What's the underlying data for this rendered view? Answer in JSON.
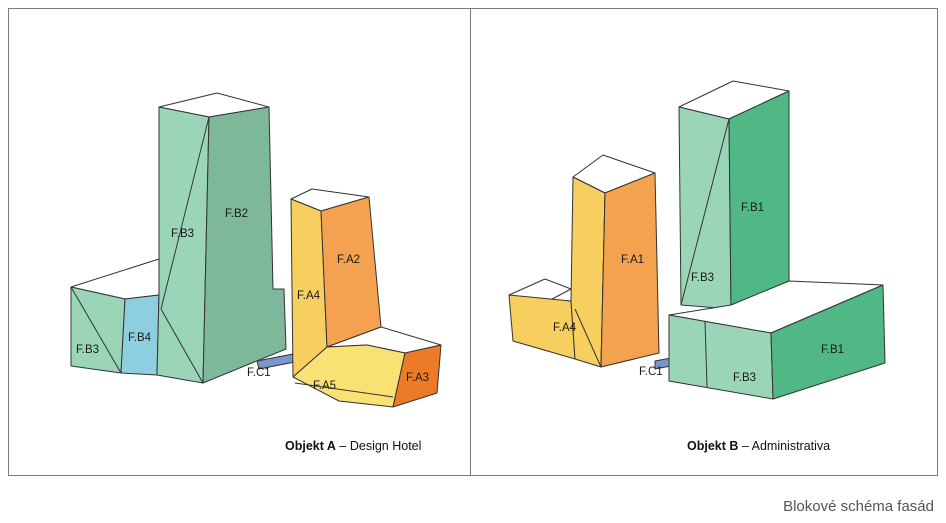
{
  "colors": {
    "green_light": "#9bd5b8",
    "green_mid": "#7db89a",
    "green_dark": "#4fb884",
    "blue": "#8ecfdf",
    "yellow": "#f7cf5e",
    "yellow_pale": "#f9e173",
    "orange": "#f4a24f",
    "orange_dark": "#ec7b28",
    "connector": "#7b96c8",
    "top": "#ffffff",
    "outline": "#333333"
  },
  "objekt_a": {
    "caption_bold": "Objekt A",
    "caption_rest": " – Design Hotel",
    "labels": {
      "fb2": "F.B2",
      "fb3_tower": "F.B3",
      "fb3_wing": "F.B3",
      "fb4": "F.B4",
      "fc1": "F.C1",
      "fa2": "F.A2",
      "fa4": "F.A4",
      "fa5": "F.A5",
      "fa3": "F.A3"
    }
  },
  "objekt_b": {
    "caption_bold": "Objekt B",
    "caption_rest": " – Administrativa",
    "labels": {
      "fa1": "F.A1",
      "fa4": "F.A4",
      "fc1": "F.C1",
      "fb1_tower": "F.B1",
      "fb3_tower": "F.B3",
      "fb1_wing": "F.B1",
      "fb3_wing": "F.B3"
    }
  },
  "page_caption": "Blokové schéma fasád"
}
